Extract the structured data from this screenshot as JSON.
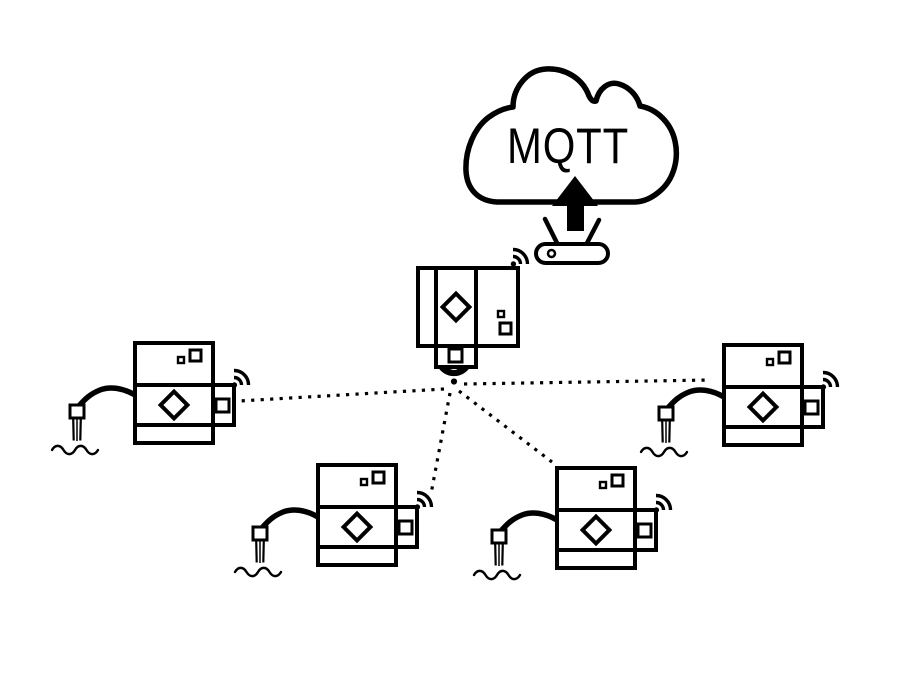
{
  "colors": {
    "background": "#ffffff",
    "ink": "#000000"
  },
  "cloud": {
    "label": "MQTT"
  },
  "icons": {
    "cloud": "cloud-outline",
    "upload_arrow": "solid-up-arrow-into-cloud",
    "router": "router-with-two-antennas",
    "wifi": "wifi-arcs-beaming-up-right",
    "broadcast": "wifi-arcs-beaming-down",
    "device": "sensor-board-with-diamond-chip",
    "probe": "pronged-moisture-probe",
    "water": "water-wave-line"
  },
  "network": {
    "link_style": "dotted",
    "sensor_node_count": 4,
    "links": [
      "left",
      "bottom-left",
      "bottom-right",
      "right"
    ]
  }
}
